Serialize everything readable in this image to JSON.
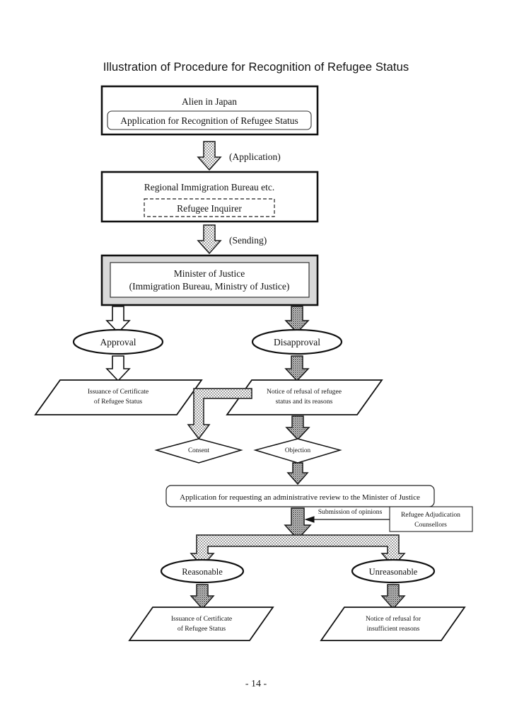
{
  "document": {
    "title": "Illustration of Procedure for Recognition of Refugee Status",
    "page_label": "- 14 -"
  },
  "colors": {
    "ink": "#111111",
    "arrow_light_fill": "#c9c9c9",
    "arrow_dark_fill": "#9a9a9a",
    "arrow_stroke": "#1a1a1a",
    "gray_panel_fill": "#d9d9d9",
    "white": "#ffffff"
  },
  "nodes": {
    "alien_box": {
      "title": "Alien in Japan",
      "inner_label": "Application for Recognition of Refugee Status"
    },
    "bureau_box": {
      "title": "Regional Immigration Bureau etc.",
      "inner_label": "Refugee Inquirer"
    },
    "minister_box": {
      "line1": "Minister of Justice",
      "line2": "(Immigration Bureau, Ministry of Justice)"
    },
    "approval_ellipse": "Approval",
    "disapproval_ellipse": "Disapproval",
    "certificate_doc": {
      "line1": "Issuance of Certificate",
      "line2": "of Refugee Status"
    },
    "refusal_notice_doc": {
      "line1": "Notice of refusal of refugee",
      "line2": "status and its reasons"
    },
    "consent_diamond": "Consent",
    "objection_diamond": "Objection",
    "review_application_box": "Application for requesting an administrative review to the Minister of Justice",
    "counsellors_box": {
      "line1": "Refugee Adjudication",
      "line2": "Counsellors"
    },
    "reasonable_ellipse": "Reasonable",
    "unreasonable_ellipse": "Unreasonable",
    "final_certificate_doc": {
      "line1": "Issuance of Certificate",
      "line2": "of Refugee Status"
    },
    "final_refusal_doc": {
      "line1": "Notice of refusal for",
      "line2": "insufficient reasons"
    }
  },
  "edge_labels": {
    "application": "(Application)",
    "sending": "(Sending)",
    "submission_of_opinions": "Submission of opinions"
  }
}
